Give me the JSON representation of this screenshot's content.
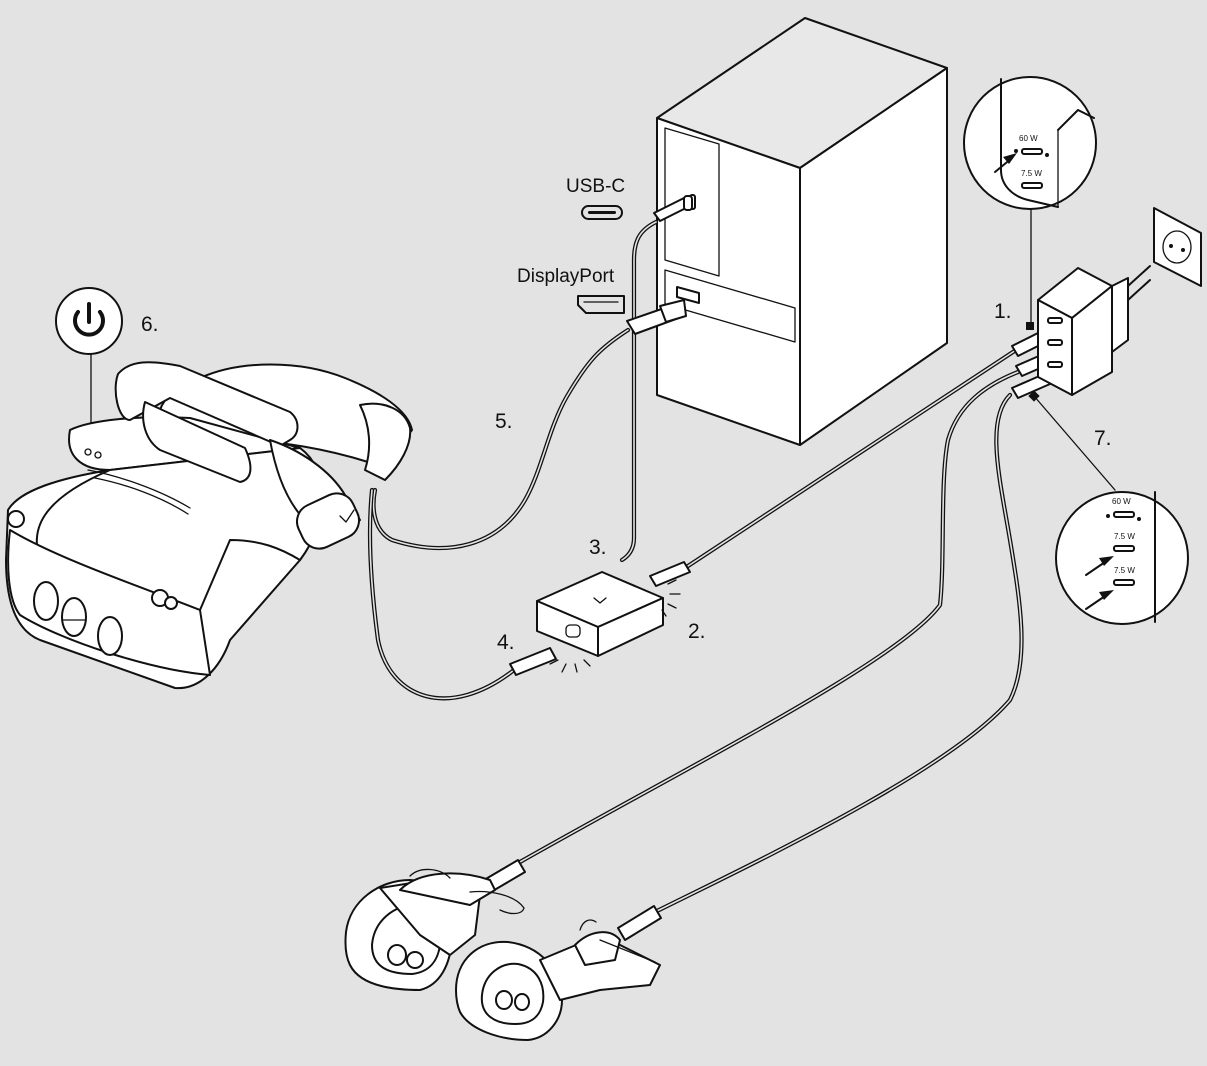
{
  "ports": {
    "usb_c": "USB-C",
    "displayport": "DisplayPort"
  },
  "steps": {
    "s1": "1.",
    "s2": "2.",
    "s3": "3.",
    "s4": "4.",
    "s5": "5.",
    "s6": "6.",
    "s7": "7."
  },
  "charger_callouts": {
    "top": {
      "p60": "60 W",
      "p75": "7.5 W"
    },
    "bottom": {
      "p60": "60 W",
      "p75a": "7.5 W",
      "p75b": "7.5 W"
    }
  },
  "colors": {
    "background": "#e3e3e3",
    "line": "#111111",
    "fill": "#ffffff"
  },
  "icons": [
    "power-icon",
    "usb-c-port-icon",
    "displayport-port-icon",
    "wall-outlet-icon",
    "arrow-icon"
  ]
}
